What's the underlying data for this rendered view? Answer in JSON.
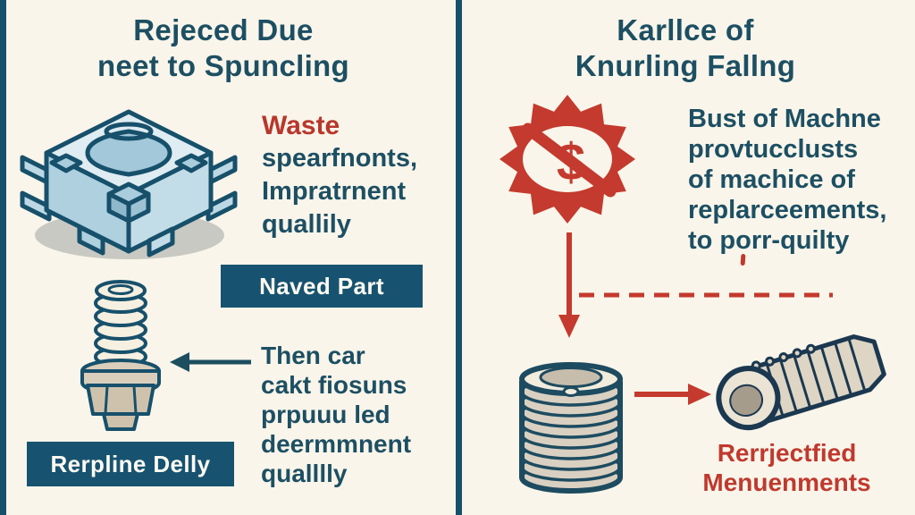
{
  "left": {
    "title1": "Rejeced Due",
    "title2": "neet to Spuncling",
    "waste_heading": "Waste",
    "waste_lines": [
      "spearfnonts,",
      "Impratrnent",
      "quallily"
    ],
    "named_part_box": "Naved Part",
    "body_lines": [
      "Then car",
      "cakt fiosuns",
      "prpuuu led",
      "deermmnent",
      "qualllly"
    ],
    "replace_box": "Rerpline Delly"
  },
  "right": {
    "title1": "Karllce of",
    "title2": "Knurling Fallng",
    "body_lines": [
      "Bust of Machne",
      "provtucclusts",
      "of machice of",
      "replarceements,",
      "to porr-quilty"
    ],
    "caption_lines": [
      "Rerrjectfied",
      "Menuenments"
    ],
    "no_money_symbol": "$"
  },
  "colors": {
    "background": "#f9f5ea",
    "teal_text": "#1d4f63",
    "teal_box": "#175370",
    "outline_teal": "#17506b",
    "red": "#c0392e",
    "cube_blue": "#aed0df",
    "cream_part": "#f6f0e1",
    "beige_part": "#d2c6b2",
    "shadow_gray": "#c9c9c3"
  },
  "icons": [
    "tabbed-cube-part-icon",
    "threaded-bolt-icon",
    "no-money-burst-icon",
    "coin-stack-cylinder-icon",
    "knurled-shaft-icon",
    "left-arrow-icon",
    "down-arrow-icon",
    "right-arrow-icon",
    "dashed-line"
  ]
}
